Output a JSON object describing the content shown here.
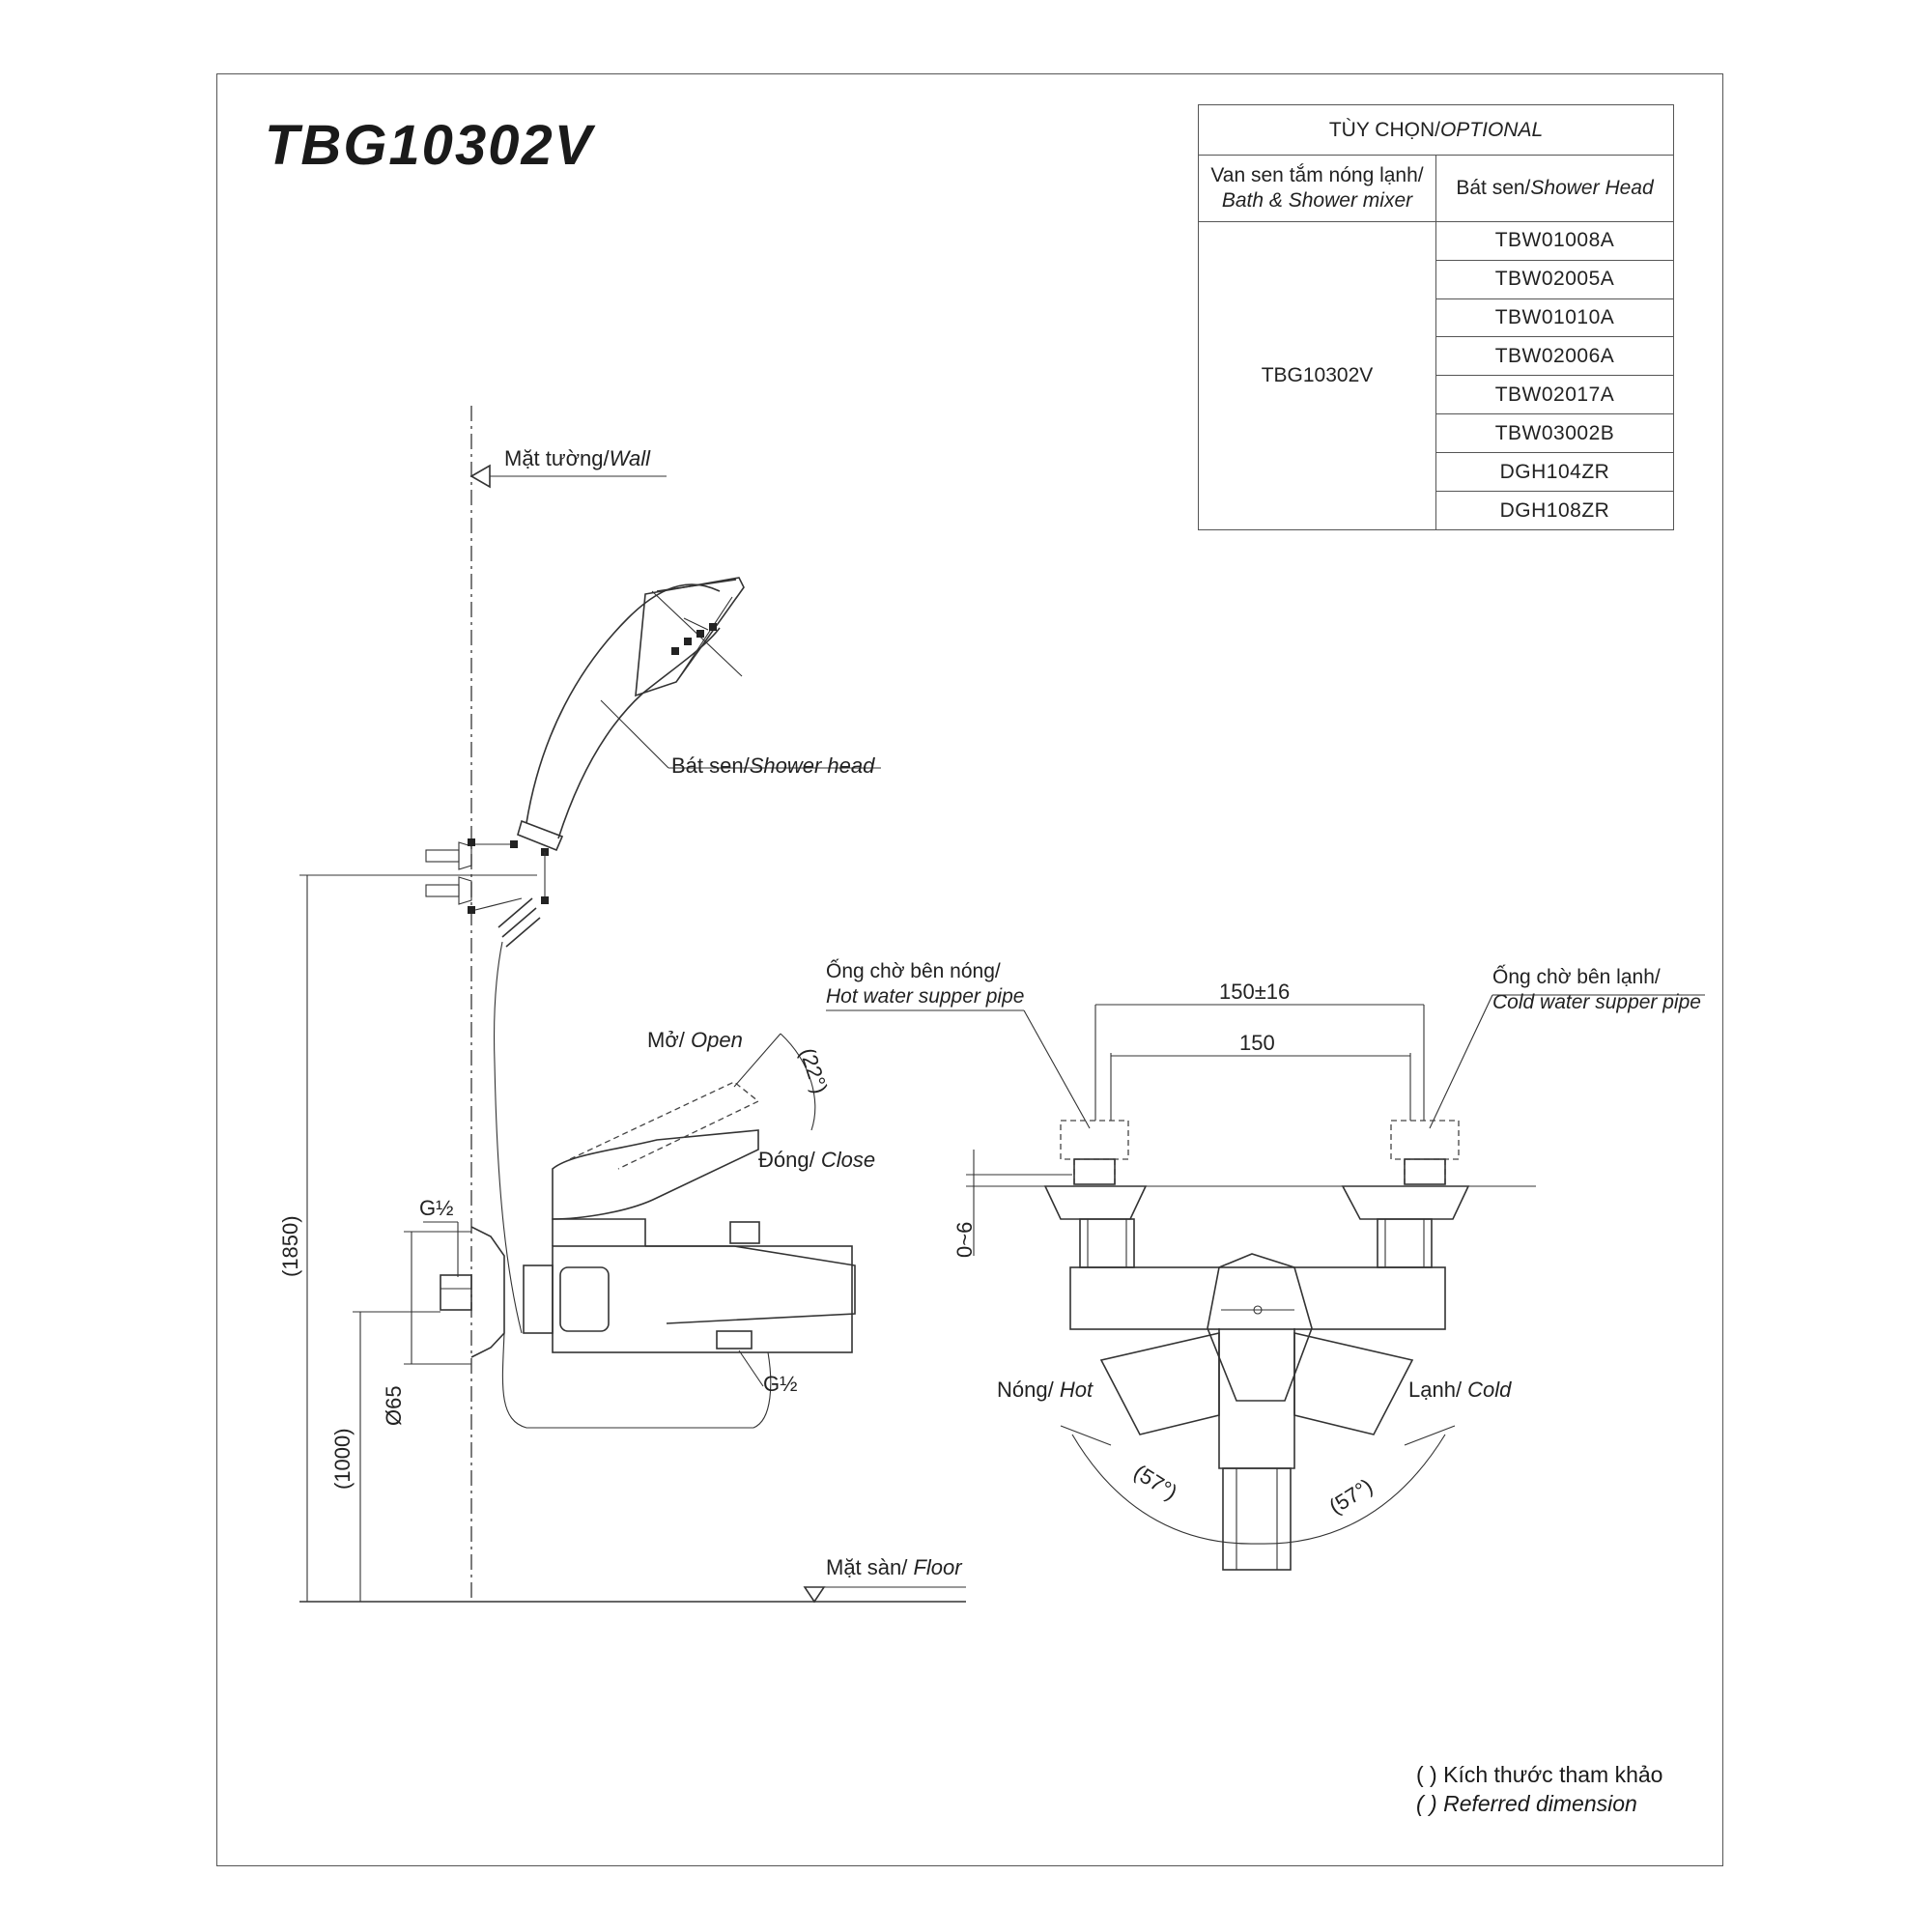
{
  "title": "TBG10302V",
  "optional_table": {
    "header": {
      "vi": "TÙY CHỌN/",
      "en": "OPTIONAL"
    },
    "col1": {
      "vi": "Van sen tắm nóng lạnh/",
      "en": "Bath & Shower mixer"
    },
    "col2": {
      "vi": "Bát sen/",
      "en": "Shower Head"
    },
    "mixer_model": "TBG10302V",
    "shower_heads": [
      "TBW01008A",
      "TBW02005A",
      "TBW01010A",
      "TBW02006A",
      "TBW02017A",
      "TBW03002B",
      "DGH104ZR",
      "DGH108ZR"
    ]
  },
  "labels": {
    "wall": {
      "vi": "Mặt tường/",
      "en": "Wall"
    },
    "shower_head": {
      "vi": "Bát sen/",
      "en": "Shower head"
    },
    "open": {
      "vi": "Mở/ ",
      "en": "Open"
    },
    "close": {
      "vi": "Đóng/ ",
      "en": "Close"
    },
    "floor": {
      "vi": "Mặt sàn/ ",
      "en": "Floor"
    },
    "hot_pipe": {
      "vi": "Ống chờ bên nóng/",
      "en": "Hot water supper pipe"
    },
    "cold_pipe": {
      "vi": "Ống chờ bên lạnh/",
      "en": "Cold water supper pipe"
    },
    "hot": {
      "vi": "Nóng/ ",
      "en": "Hot"
    },
    "cold": {
      "vi": "Lạnh/ ",
      "en": "Cold"
    }
  },
  "dimensions": {
    "handle_angle": "(22°)",
    "thread_top": "G½",
    "thread_bottom": "G½",
    "height_1850": "(1850)",
    "height_1000": "(1000)",
    "diameter": "Ø65",
    "spacing_tol": "150±16",
    "spacing": "150",
    "offset": "0~6",
    "hot_angle": "(57°)",
    "cold_angle": "(57°)"
  },
  "note": {
    "vi": "( ) Kích thước tham khảo",
    "en": "( ) Referred dimension"
  }
}
